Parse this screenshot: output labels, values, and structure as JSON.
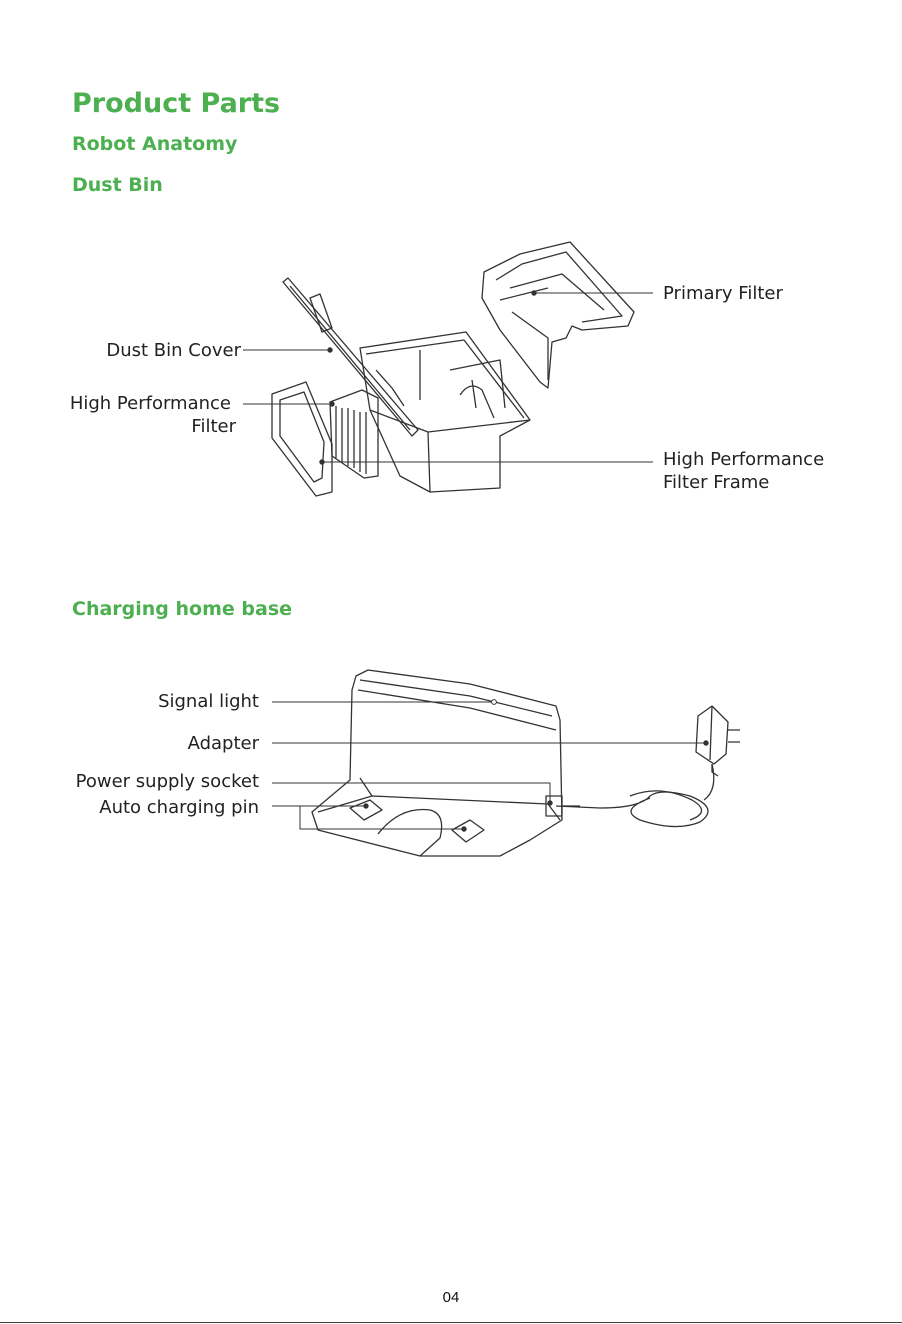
{
  "title": "Product Parts",
  "sections": {
    "robot_anatomy": "Robot Anatomy",
    "dust_bin": {
      "heading": "Dust Bin",
      "labels": {
        "dust_bin_cover": "Dust Bin Cover",
        "hp_filter_line1": "High Performance",
        "hp_filter_line2": "Filter",
        "primary_filter": "Primary Filter",
        "hp_frame_line1": "High Performance",
        "hp_frame_line2": "Filter Frame"
      }
    },
    "charging_base": {
      "heading": "Charging home base",
      "labels": {
        "signal_light": "Signal light",
        "adapter": "Adapter",
        "power_socket": "Power supply socket",
        "charging_pin": "Auto charging pin"
      }
    }
  },
  "page_number": "04",
  "colors": {
    "heading": "#4caf50",
    "line": "#333333"
  }
}
